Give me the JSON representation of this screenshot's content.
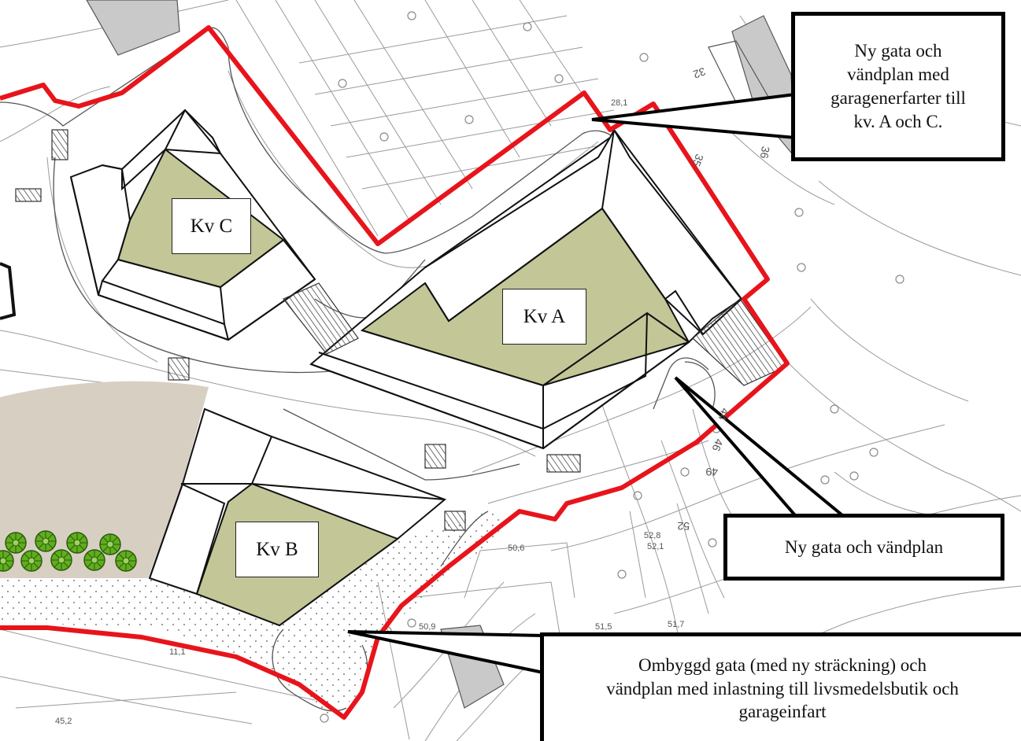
{
  "blocks": {
    "kv_c": "Kv C",
    "kv_a": "Kv A",
    "kv_b": "Kv B"
  },
  "callouts": {
    "top_right": [
      "Ny gata och",
      "vändplan med",
      "garagenerfarter till",
      "kv. A och C."
    ],
    "middle_right": "Ny gata och vändplan",
    "bottom": [
      "Ombyggd gata (med ny sträckning) och",
      "vändplan med inlastning till livsmedelsbutik och",
      "garageinfart"
    ]
  },
  "map_labels": {
    "elev_50_6": "50,6",
    "elev_50_9": "50,9",
    "elev_52_8": "52,8",
    "elev_52_1": "52,1",
    "elev_51_5": "51,5",
    "elev_51_7": "51,7",
    "elev_49": "49",
    "elev_46": "46",
    "elev_44": "44",
    "elev_52": "52",
    "elev_36": "36",
    "elev_32": "32",
    "elev_35": "35",
    "elev_28_1": "28,1",
    "elev_45_2": "45,2",
    "elev_11_1": "11,1"
  },
  "colors": {
    "boundary": "#e8141b",
    "courtyard": "#c3c697",
    "plaza": "#d8cfc3",
    "existing_building": "#c9c9c9",
    "tree": "#5fae1e",
    "line": "#8a8a8a"
  }
}
